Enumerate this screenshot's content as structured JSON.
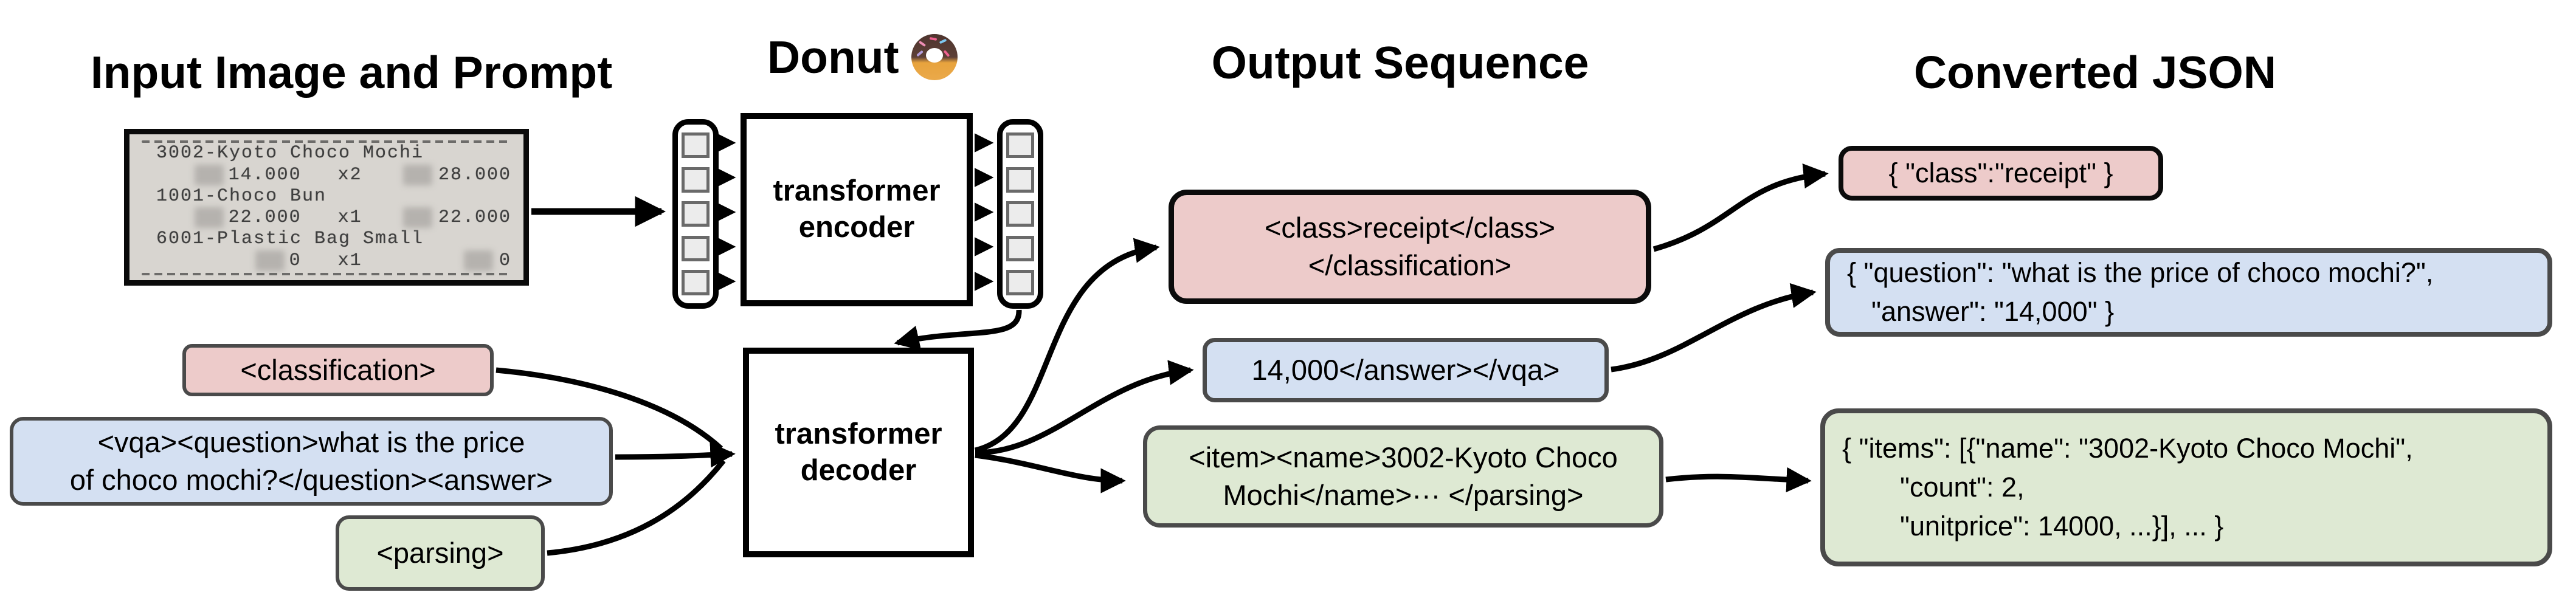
{
  "titles": {
    "input": "Input Image and Prompt",
    "model": "Donut",
    "model_icon_emoji": "🍩",
    "output": "Output Sequence",
    "json": "Converted JSON"
  },
  "receipt": {
    "items": [
      {
        "name": "3002-Kyoto Choco Mochi",
        "price": "14.000",
        "qty": "x2",
        "total": "28.000"
      },
      {
        "name": "1001-Choco Bun",
        "price": "22.000",
        "qty": "x1",
        "total": "22.000"
      },
      {
        "name": "6001-Plastic Bag Small",
        "price": "0",
        "qty": "x1",
        "total": "0"
      }
    ]
  },
  "model": {
    "encoder_line1": "transformer",
    "encoder_line2": "encoder",
    "decoder_line1": "transformer",
    "decoder_line2": "decoder"
  },
  "prompts": {
    "classification": "<classification>",
    "vqa_line1": "<vqa><question>what is the price",
    "vqa_line2": "of choco mochi?</question><answer>",
    "parsing": "<parsing>"
  },
  "outputs": {
    "classification_line1": "<class>receipt</class>",
    "classification_line2": "</classification>",
    "vqa": "14,000</answer></vqa>",
    "parsing_line1": "<item><name>3002-Kyoto Choco",
    "parsing_line2": "Mochi</name>··· </parsing>"
  },
  "json_outputs": {
    "classification": "{ \"class\":\"receipt\" }",
    "vqa_line1": "{ \"question\": \"what is the price of choco mochi?\",",
    "vqa_line2": "\"answer\": \"14,000\" }",
    "parsing_line1": "{ \"items\": [{\"name\": \"3002-Kyoto Choco Mochi\",",
    "parsing_line2": "\"count\": 2,",
    "parsing_line3": "\"unitprice\": 14000, ...}], ... }"
  },
  "colors": {
    "classification_fill": "#edcbca",
    "vqa_fill": "#d4e0f2",
    "parsing_fill": "#dee9d3",
    "box_border_gray": "#4a4a4a",
    "box_border_black": "#0b0b0b"
  }
}
